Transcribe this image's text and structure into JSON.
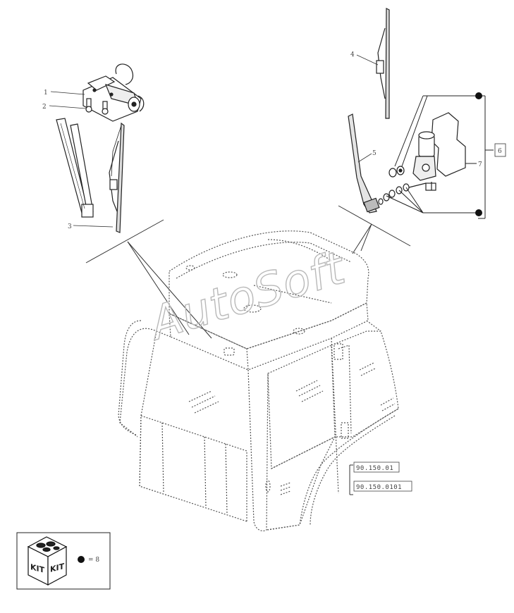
{
  "callouts": {
    "c1": "1",
    "c2": "2",
    "c3": "3",
    "c4": "4",
    "c5": "5",
    "c6": "6",
    "c7": "7",
    "c8": "8"
  },
  "references": {
    "ref_a": "90.150.01",
    "ref_b": "90.150.0101"
  },
  "watermark": "AutoSoft",
  "kit": {
    "label_left": "KIT",
    "label_right": "KIT",
    "item_prefix": "= 8"
  }
}
